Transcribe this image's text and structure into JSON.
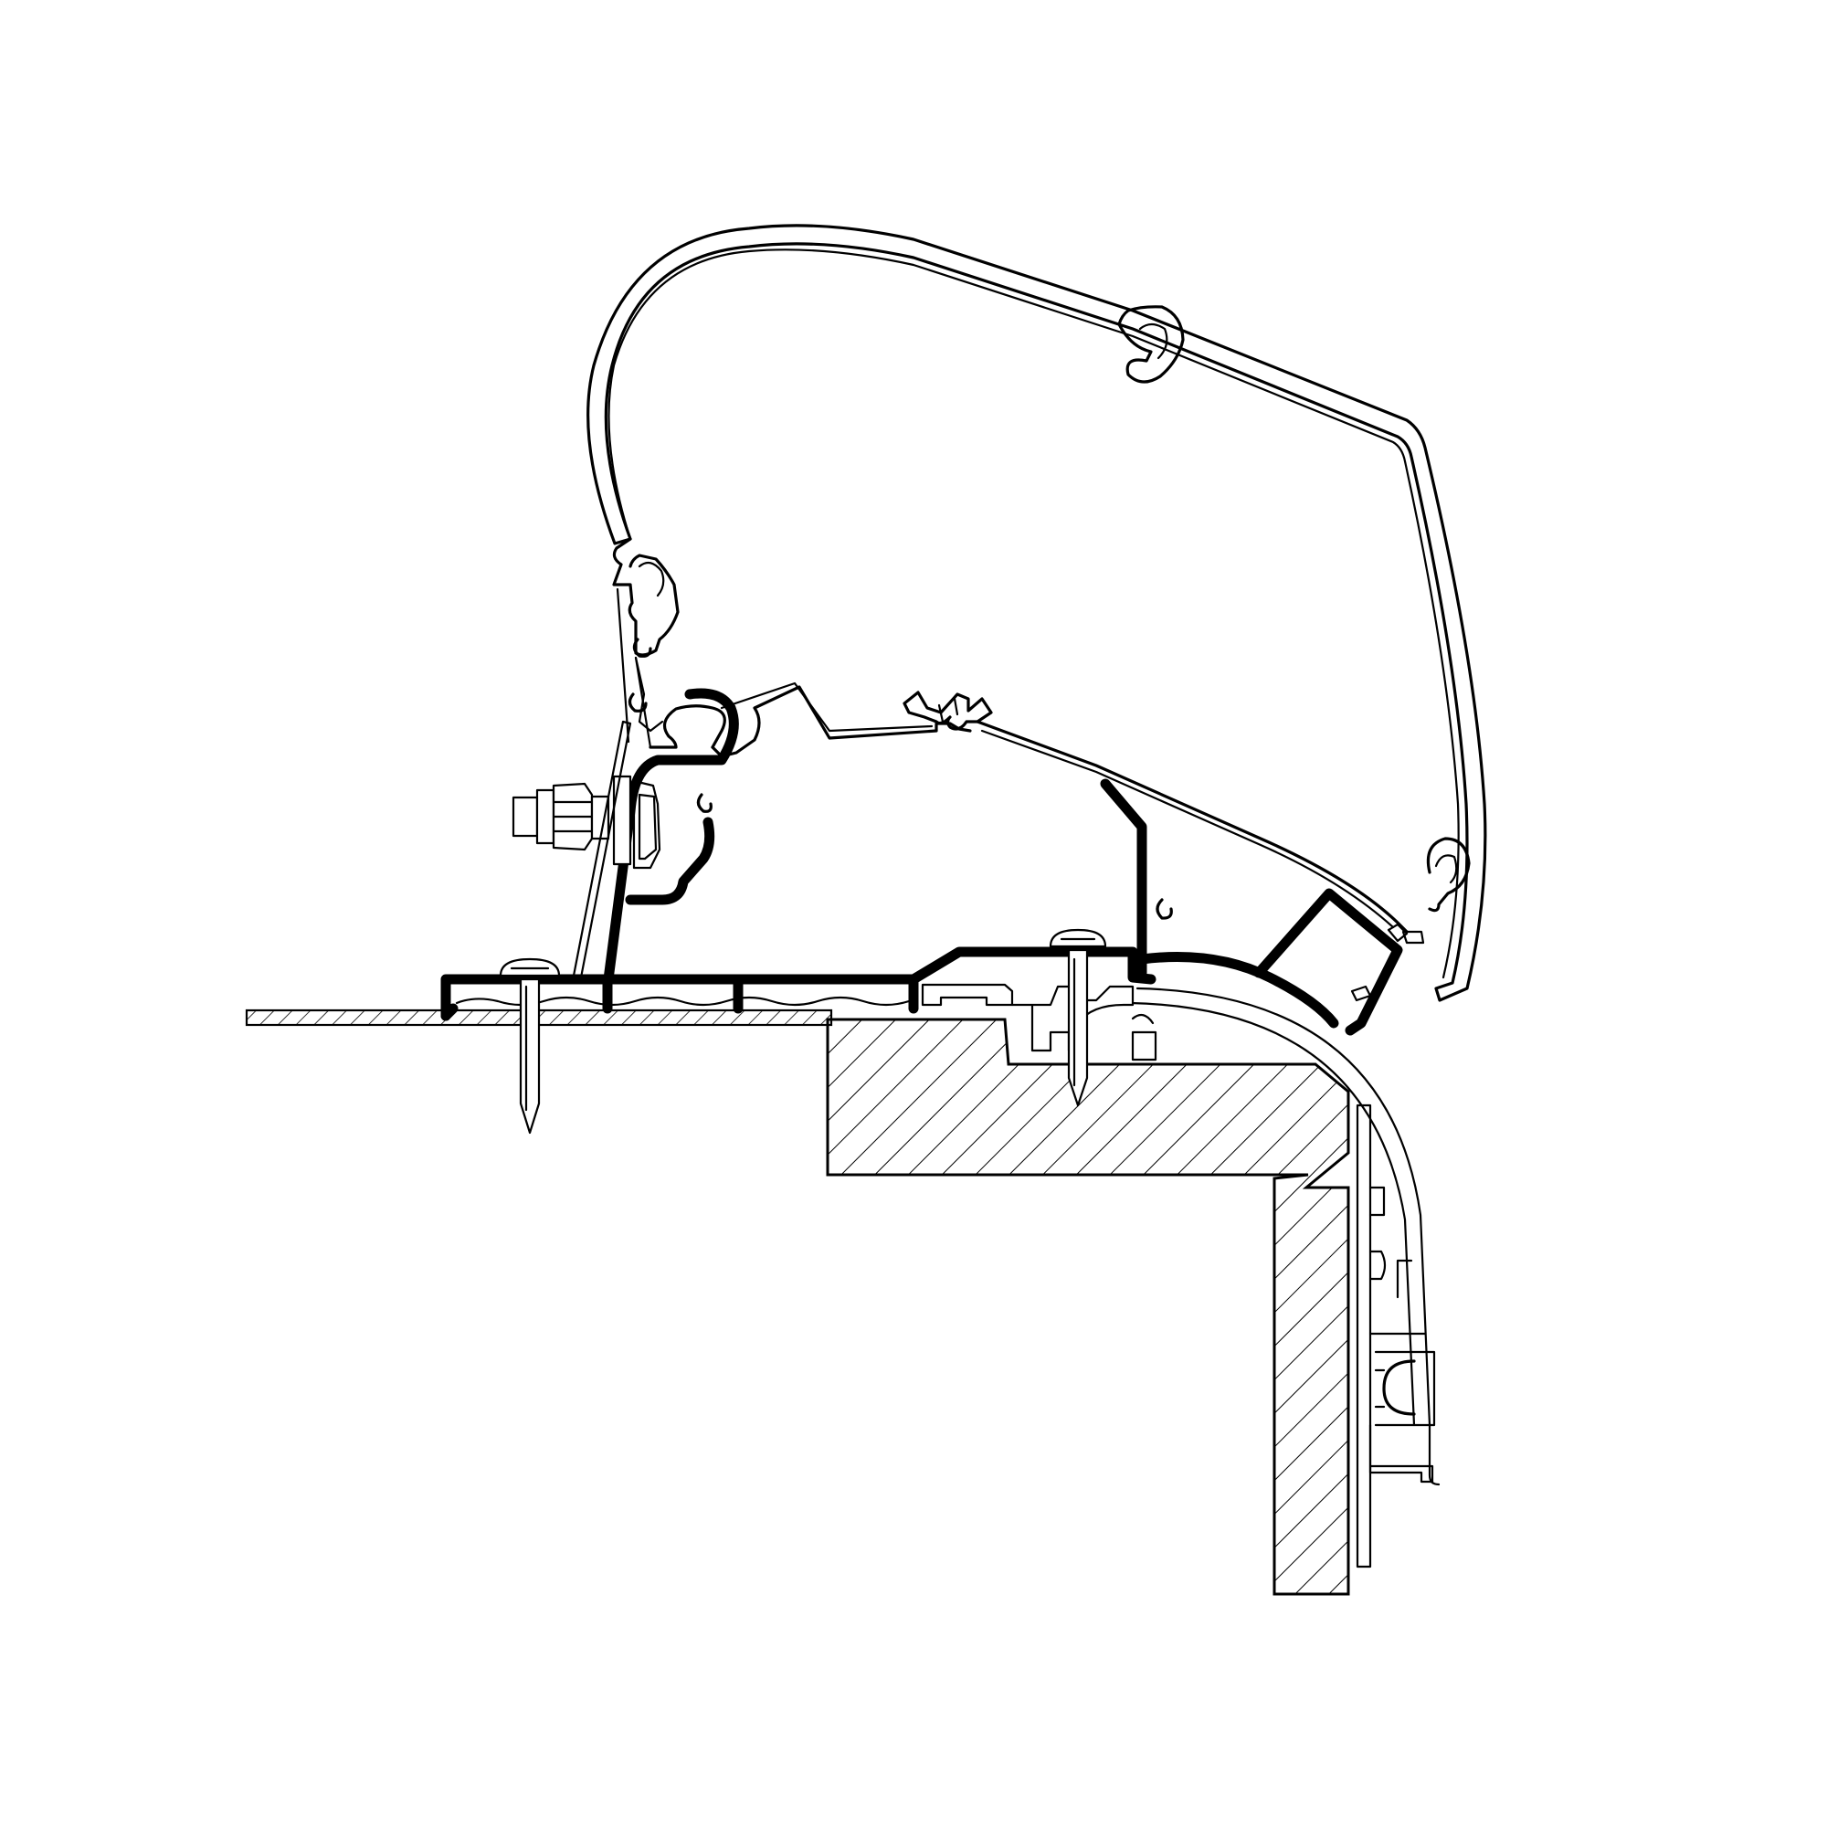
{
  "diagram": {
    "background_color": "#ffffff",
    "line_color": "#000000",
    "components": [
      "awning-cassette",
      "mounting-adapter",
      "vehicle-roof",
      "corner-trim-profile"
    ]
  }
}
